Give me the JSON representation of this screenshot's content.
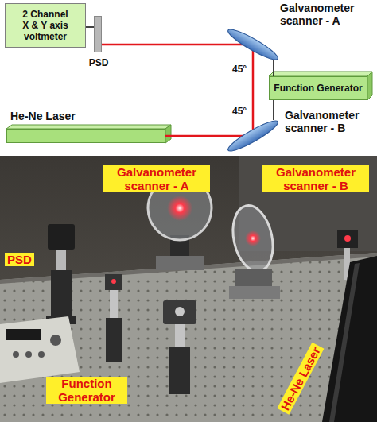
{
  "diagram": {
    "nodes": [
      {
        "text": [
          "2 Channel X & Y axis voltmeter"
        ]
      },
      {
        "text": [
          "PSD"
        ]
      },
      {
        "text": [
          "Galvanometer scanner - A"
        ]
      },
      {
        "text": [
          "Function Generator"
        ]
      },
      {
        "text": [
          "He-Ne Laser"
        ]
      },
      {
        "text": [
          "Galvanometer scanner - B"
        ]
      }
    ],
    "edges": [
      {
        "from": 0,
        "to": 1,
        "arrow": "none"
      },
      {
        "from": 1,
        "to": 2,
        "arrow": "none"
      },
      {
        "from": 2,
        "to": 5,
        "arrow": "none"
      },
      {
        "from": 2,
        "to": 3,
        "arrow": "none"
      },
      {
        "from": 5,
        "to": 3,
        "arrow": "none"
      },
      {
        "from": 4,
        "to": 5,
        "arrow": "none"
      }
    ],
    "labels": [
      "45°",
      "45°",
      "Galvanometer scanner - A",
      "Galvanometer scanner - B",
      "PSD",
      "Function Generator",
      "He-Ne Laser"
    ]
  }
}
